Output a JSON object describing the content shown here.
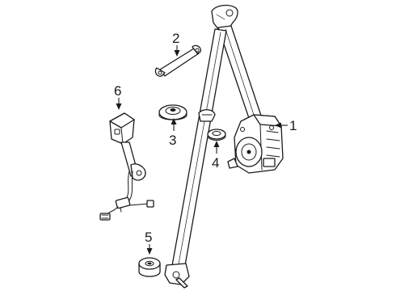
{
  "callouts": [
    {
      "id": "callout-1",
      "label": "1",
      "part": "retractor"
    },
    {
      "id": "callout-2",
      "label": "2",
      "part": "guide-bracket"
    },
    {
      "id": "callout-3",
      "label": "3",
      "part": "anchor-cover-large"
    },
    {
      "id": "callout-4",
      "label": "4",
      "part": "anchor-cover-small"
    },
    {
      "id": "callout-5",
      "label": "5",
      "part": "anchor-spacer"
    },
    {
      "id": "callout-6",
      "label": "6",
      "part": "buckle"
    }
  ],
  "colors": {
    "line": "#1a1a1a",
    "background": "#ffffff"
  }
}
